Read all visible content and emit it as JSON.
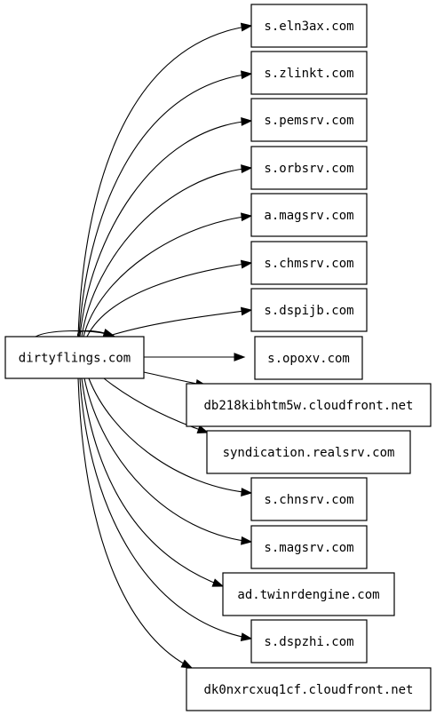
{
  "graph": {
    "source": {
      "id": "source",
      "label": "dirtyflings.com"
    },
    "targets": [
      {
        "id": "t0",
        "label": "s.eln3ax.com"
      },
      {
        "id": "t1",
        "label": "s.zlinkt.com"
      },
      {
        "id": "t2",
        "label": "s.pemsrv.com"
      },
      {
        "id": "t3",
        "label": "s.orbsrv.com"
      },
      {
        "id": "t4",
        "label": "a.magsrv.com"
      },
      {
        "id": "t5",
        "label": "s.chmsrv.com"
      },
      {
        "id": "t6",
        "label": "s.dspijb.com"
      },
      {
        "id": "t7",
        "label": "s.opoxv.com"
      },
      {
        "id": "t8",
        "label": "db218kibhtm5w.cloudfront.net"
      },
      {
        "id": "t9",
        "label": "syndication.realsrv.com"
      },
      {
        "id": "t10",
        "label": "s.chnsrv.com"
      },
      {
        "id": "t11",
        "label": "s.magsrv.com"
      },
      {
        "id": "t12",
        "label": "ad.twinrdengine.com"
      },
      {
        "id": "t13",
        "label": "s.dspzhi.com"
      },
      {
        "id": "t14",
        "label": "dk0nxrcxuq1cf.cloudfront.net"
      }
    ],
    "edges": [
      {
        "from": "source",
        "to": "t0"
      },
      {
        "from": "source",
        "to": "t1"
      },
      {
        "from": "source",
        "to": "t2"
      },
      {
        "from": "source",
        "to": "t3"
      },
      {
        "from": "source",
        "to": "t4"
      },
      {
        "from": "source",
        "to": "t5"
      },
      {
        "from": "source",
        "to": "t6"
      },
      {
        "from": "source",
        "to": "t7"
      },
      {
        "from": "source",
        "to": "t8"
      },
      {
        "from": "source",
        "to": "t9"
      },
      {
        "from": "source",
        "to": "t10"
      },
      {
        "from": "source",
        "to": "t11"
      },
      {
        "from": "source",
        "to": "t12"
      },
      {
        "from": "source",
        "to": "t13"
      },
      {
        "from": "source",
        "to": "t14"
      },
      {
        "from": "source",
        "to": "source"
      }
    ]
  }
}
